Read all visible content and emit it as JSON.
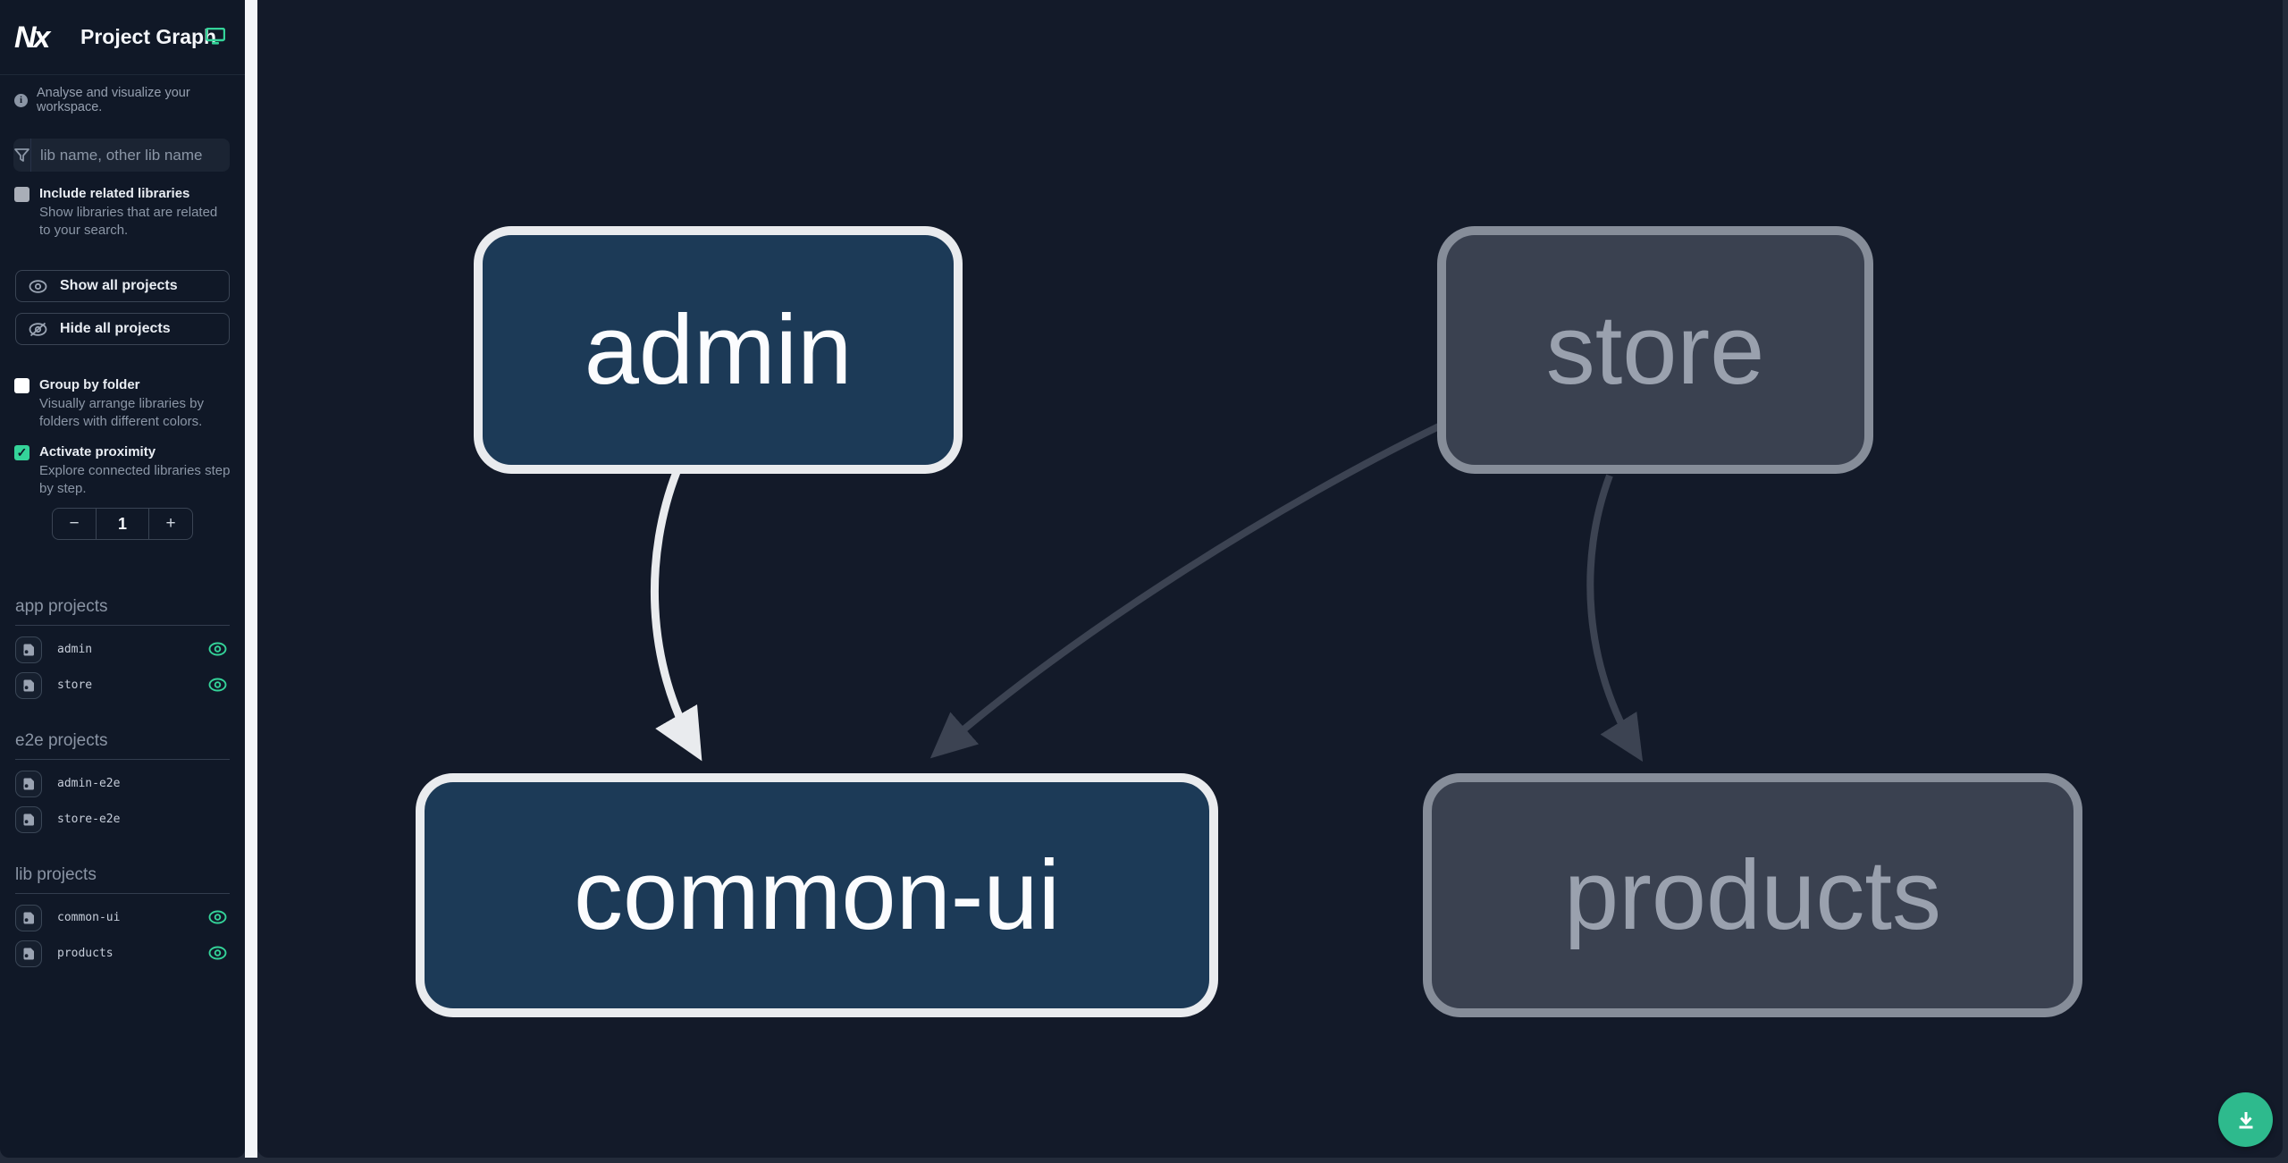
{
  "header": {
    "logo_text": "Nx",
    "title": "Project Graph"
  },
  "sidebar": {
    "tagline": "Analyse and visualize your workspace.",
    "filter": {
      "placeholder": "lib name, other lib name"
    },
    "include_related": {
      "label": "Include related libraries",
      "desc": "Show libraries that are related to your search.",
      "checked": false
    },
    "show_all": {
      "label": "Show all projects"
    },
    "hide_all": {
      "label": "Hide all projects"
    },
    "group_by_folder": {
      "label": "Group by folder",
      "desc": "Visually arrange libraries by folders with different colors.",
      "checked": false
    },
    "proximity": {
      "label": "Activate proximity",
      "desc": "Explore connected libraries step by step.",
      "checked": true,
      "check_glyph": "✓",
      "minus_label": "−",
      "value": "1",
      "plus_label": "+"
    },
    "sections": [
      {
        "title": "app projects",
        "items": [
          {
            "name": "admin",
            "visible": true
          },
          {
            "name": "store",
            "visible": true
          }
        ]
      },
      {
        "title": "e2e projects",
        "items": [
          {
            "name": "admin-e2e",
            "visible": false
          },
          {
            "name": "store-e2e",
            "visible": false
          }
        ]
      },
      {
        "title": "lib projects",
        "items": [
          {
            "name": "common-ui",
            "visible": true
          },
          {
            "name": "products",
            "visible": true
          }
        ]
      }
    ]
  },
  "graph": {
    "nodes": [
      {
        "label": "admin",
        "state": "focused"
      },
      {
        "label": "store",
        "state": "faded"
      },
      {
        "label": "common-ui",
        "state": "focused"
      },
      {
        "label": "products",
        "state": "faded"
      }
    ],
    "edges": [
      {
        "from": "admin",
        "to": "common-ui",
        "state": "focused"
      },
      {
        "from": "store",
        "to": "common-ui",
        "state": "faded"
      },
      {
        "from": "store",
        "to": "products",
        "state": "faded"
      }
    ]
  },
  "colors": {
    "accent_green": "#34d399",
    "fab_green": "#2eba8d",
    "node_focused_fill": "#1c3a57",
    "node_focused_border": "#e9ebee",
    "node_faded_fill": "#3a4150",
    "node_faded_border": "#868d99",
    "edge_focused": "#e9ebee",
    "edge_faded": "#3c4352",
    "sidebar_bg": "#101827",
    "canvas_bg": "#131a29"
  }
}
